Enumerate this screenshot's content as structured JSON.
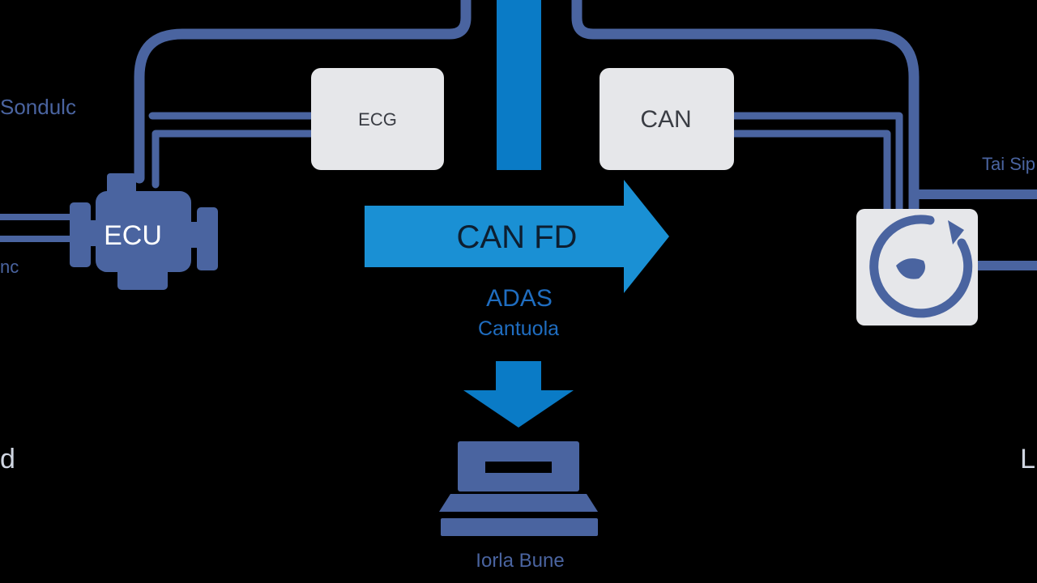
{
  "colors": {
    "background": "#000000",
    "wire": "#4a64a0",
    "accent": "#1a90d4",
    "accent_dark": "#0a7bc6",
    "box_fill": "#e6e7ea",
    "box_text": "#3a3d44",
    "label_text": "#1f6dc0",
    "dim_text": "#5570a8",
    "ecu_text": "#ffffff",
    "bus_text": "#0d1e30"
  },
  "labels": {
    "left_top": "Sondulc",
    "left_mid": "nc",
    "left_bottom": "d",
    "right_top": "Tai Sip",
    "right_bottom": "L",
    "box_left": "ECG",
    "box_right": "CAN",
    "ecu": "ECU",
    "bus_arrow": "CAN FD",
    "adas_title": "ADAS",
    "adas_sub": "Cantuola",
    "laptop_caption": "Iorla Bune"
  },
  "icons": {
    "ecu": "engine-icon",
    "right_module": "refresh-icon",
    "laptop": "laptop-icon",
    "down_arrow": "arrow-down-icon",
    "bus_arrow": "arrow-right-icon"
  }
}
